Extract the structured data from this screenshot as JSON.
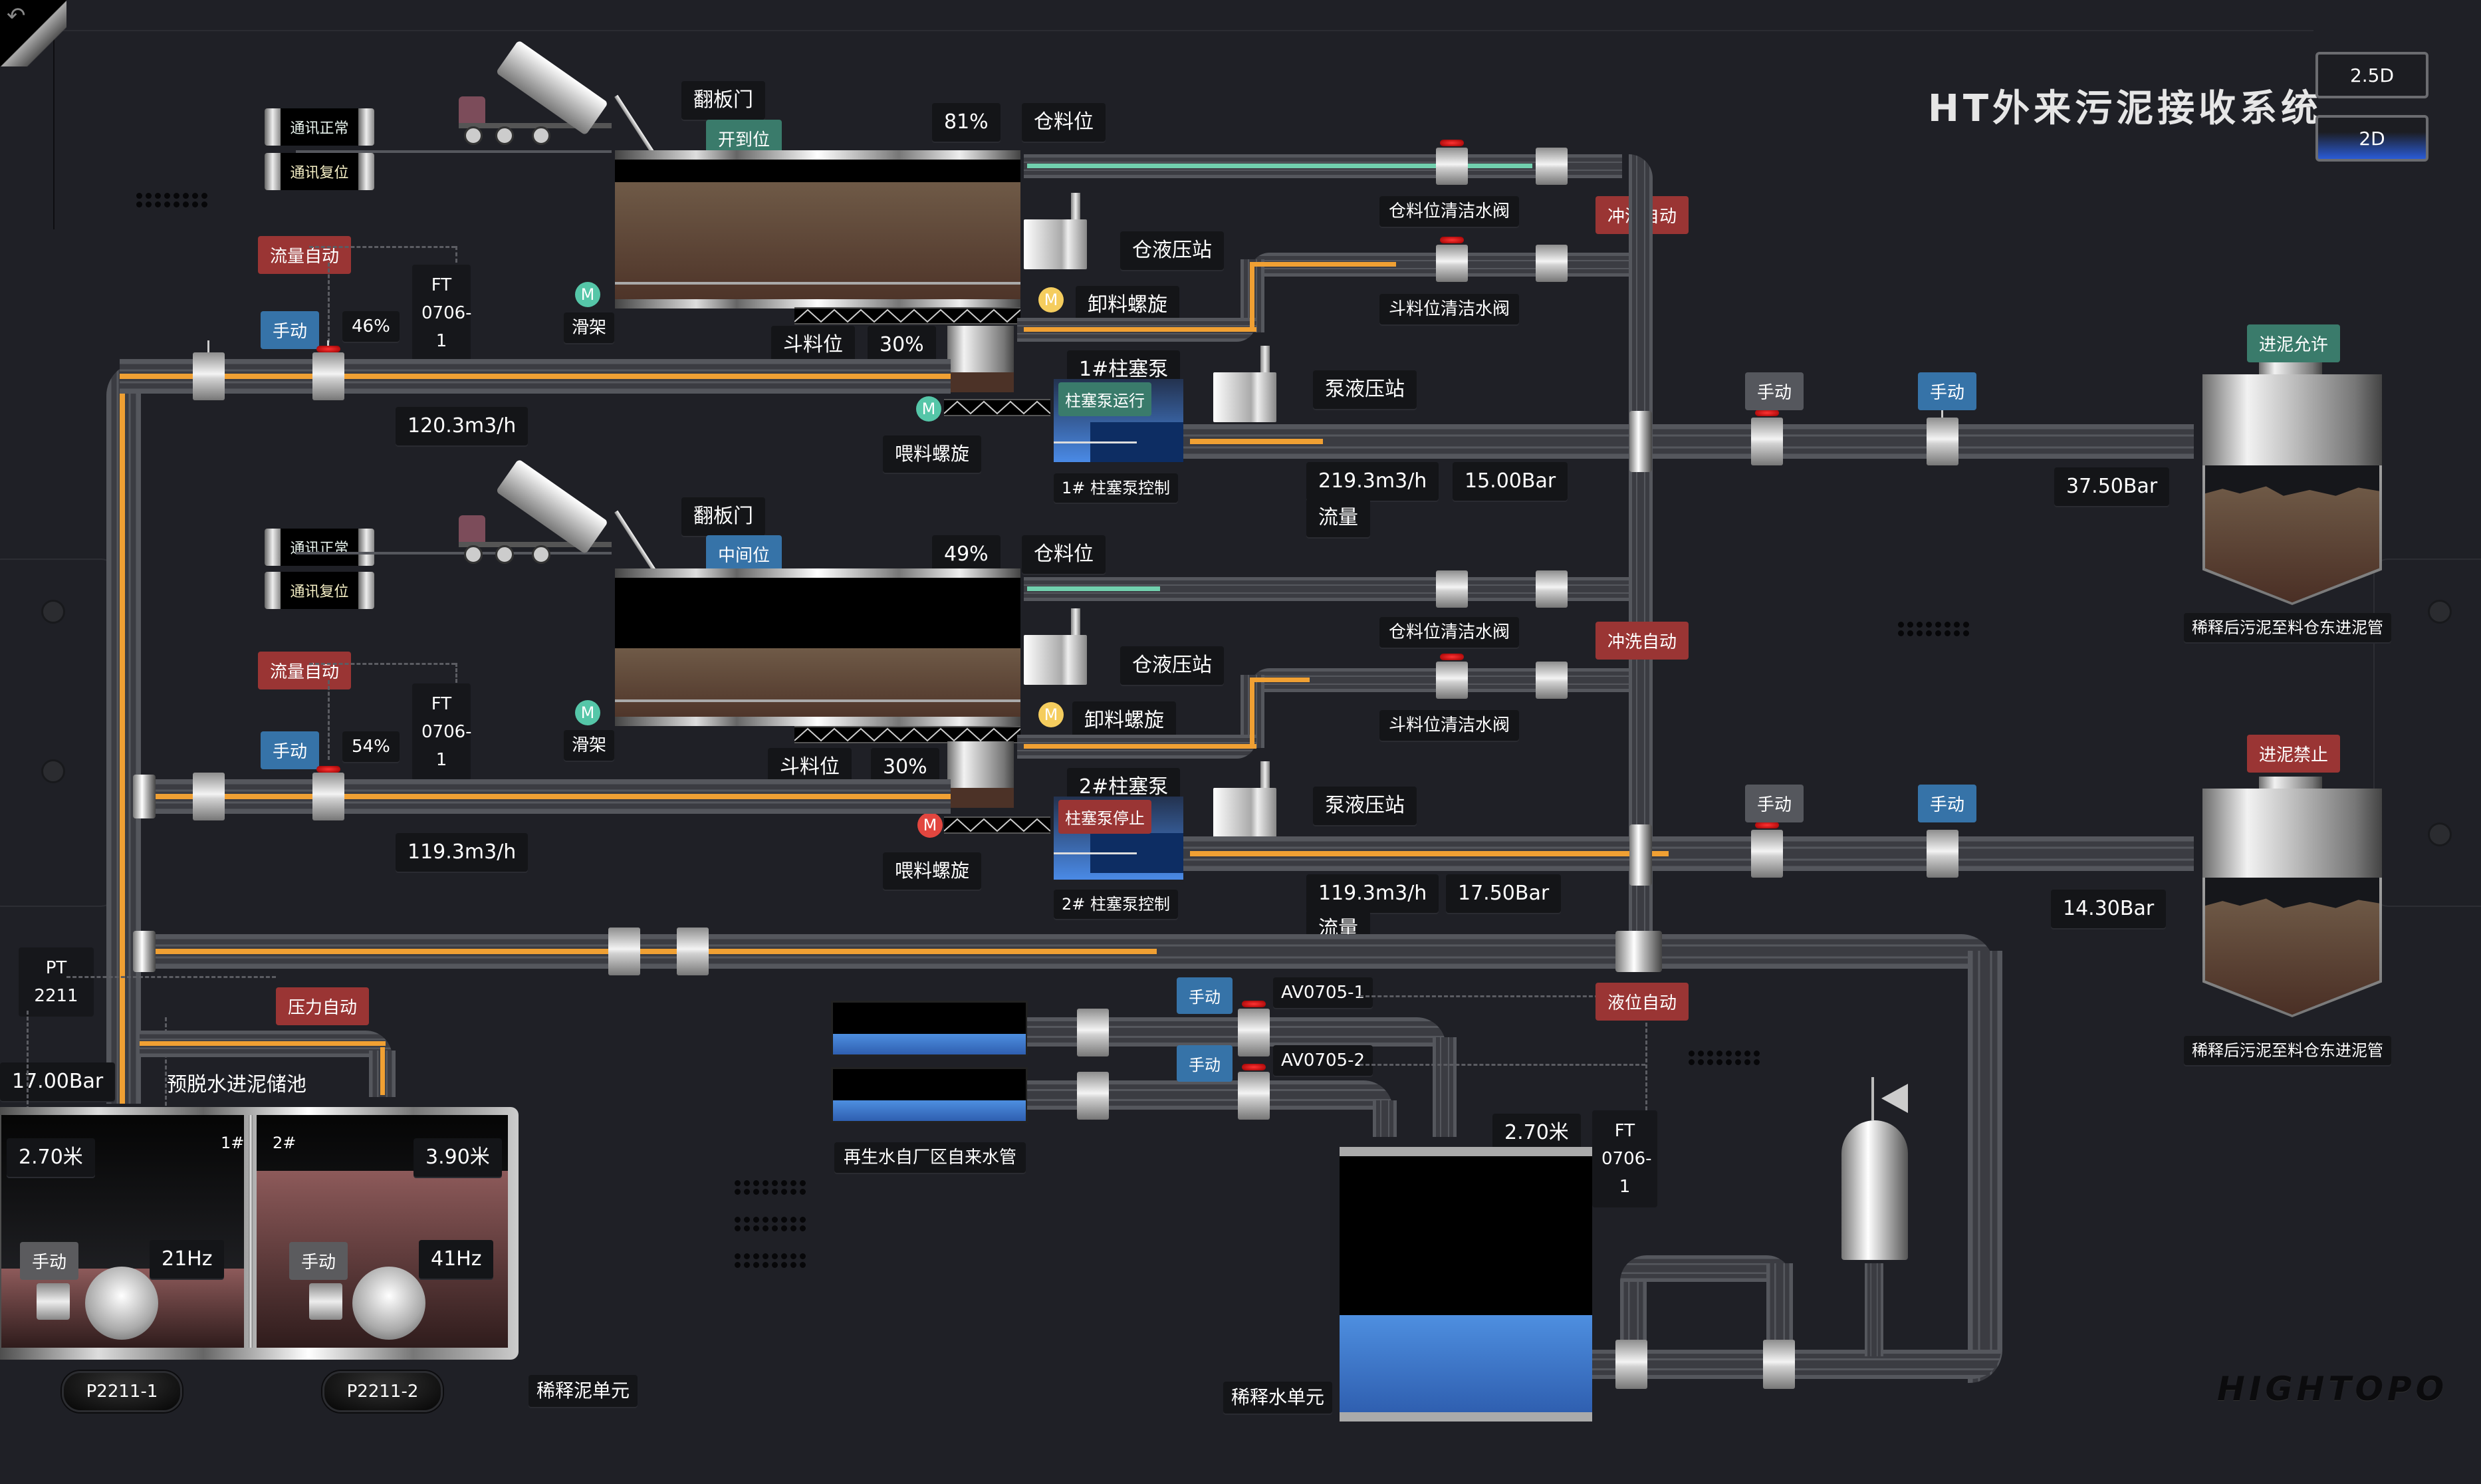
{
  "header": {
    "title": "HT外来污泥接收系统",
    "view_buttons": [
      {
        "label": "2.5D",
        "active": false
      },
      {
        "label": "2D",
        "active": true
      }
    ],
    "brand": "HIGHTOPO"
  },
  "colors": {
    "auto_red": "#9a3534",
    "manual_blue": "#3673a8",
    "ok_green": "#3a7b6b",
    "manual_gray": "#55575d",
    "flow_orange": "#f0a033",
    "flow_green": "#71d0ae",
    "water_blue": "#3a74d0",
    "mud_brown": "#5e4536"
  },
  "line1": {
    "comm_ok": "通讯正常",
    "comm_reset": "通讯复位",
    "flap_door_label": "翻板门",
    "flap_door_state": "开到位",
    "silo_level": "81%",
    "silo_level_label": "仓料位",
    "flow_mode": "流量自动",
    "valve_mode": "手动",
    "valve_open": "46%",
    "ft_label": "FT",
    "ft_tag": "0706-1",
    "slide_label": "滑架",
    "hopper_level_label": "斗料位",
    "hopper_level": "30%",
    "hydraulic_station": "仓液压站",
    "discharge_screw": "卸料螺旋",
    "feed_screw": "喂料螺旋",
    "flow_value": "120.3m3/h",
    "pump_name": "1#柱塞泵",
    "pump_state": "柱塞泵运行",
    "pump_control": "1# 柱塞泵控制",
    "pump_hydraulic": "泵液压站",
    "pump_flow": "219.3m3/h",
    "pump_pressure": "15.00Bar",
    "flow_label": "流量",
    "silo_wash_valve": "仓料位清洁水阀",
    "hopper_wash_valve": "斗料位清洁水阀",
    "wash_mode": "冲洗自动",
    "out_valve1_mode": "手动",
    "out_valve2_mode": "手动",
    "out_pressure": "37.50Bar",
    "tank_permit": "进泥允许",
    "tank_label": "稀释后污泥至料仓东进泥管"
  },
  "line2": {
    "comm_ok": "通讯正常",
    "comm_reset": "通讯复位",
    "flap_door_label": "翻板门",
    "flap_door_state": "中间位",
    "silo_level": "49%",
    "silo_level_label": "仓料位",
    "flow_mode": "流量自动",
    "valve_mode": "手动",
    "valve_open": "54%",
    "ft_label": "FT",
    "ft_tag": "0706-1",
    "slide_label": "滑架",
    "hopper_level_label": "斗料位",
    "hopper_level": "30%",
    "hydraulic_station": "仓液压站",
    "discharge_screw": "卸料螺旋",
    "feed_screw": "喂料螺旋",
    "flow_value": "119.3m3/h",
    "pump_name": "2#柱塞泵",
    "pump_state": "柱塞泵停止",
    "pump_control": "2# 柱塞泵控制",
    "pump_hydraulic": "泵液压站",
    "pump_flow": "119.3m3/h",
    "pump_pressure": "17.50Bar",
    "flow_label": "流量",
    "silo_wash_valve": "仓料位清洁水阀",
    "hopper_wash_valve": "斗料位清洁水阀",
    "wash_mode": "冲洗自动",
    "out_valve1_mode": "手动",
    "out_valve2_mode": "手动",
    "out_pressure": "14.30Bar",
    "tank_permit": "进泥禁止",
    "tank_label": "稀释后污泥至料仓东进泥管"
  },
  "storage": {
    "pt_label": "PT",
    "pt_tag": "2211",
    "pressure": "17.00Bar",
    "pressure_mode": "压力自动",
    "pool_label": "预脱水进泥储池",
    "tank1_no": "1#",
    "tank2_no": "2#",
    "tank1_level": "2.70米",
    "tank2_level": "3.90米",
    "pump1_mode": "手动",
    "pump2_mode": "手动",
    "pump1_freq": "21Hz",
    "pump2_freq": "41Hz",
    "pump1_tag": "P2211-1",
    "pump2_tag": "P2211-2",
    "unit_label": "稀释泥单元"
  },
  "dilution": {
    "av1_mode": "手动",
    "av1_tag": "AV0705-1",
    "av2_mode": "手动",
    "av2_tag": "AV0705-2",
    "water_source_label": "再生水自厂区自来水管",
    "level_mode": "液位自动",
    "tank_level": "2.70米",
    "ft_label": "FT",
    "ft_tag": "0706-1",
    "unit_label": "稀释水单元"
  }
}
